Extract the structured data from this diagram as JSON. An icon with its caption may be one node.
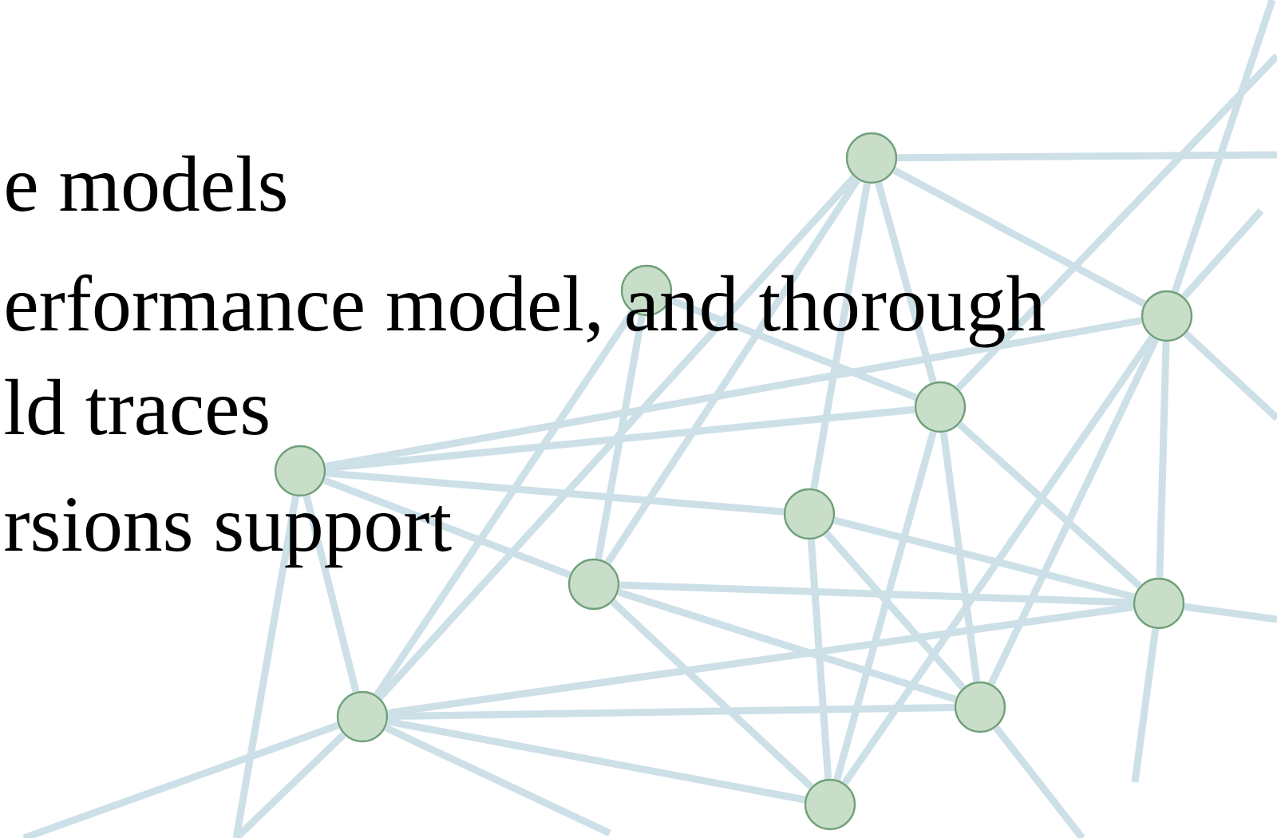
{
  "diagram": {
    "nodes": [
      {
        "text": [],
        "shape": "circle"
      },
      {
        "text": [],
        "shape": "circle"
      },
      {
        "text": [],
        "shape": "circle"
      },
      {
        "text": [],
        "shape": "circle"
      },
      {
        "text": [],
        "shape": "circle"
      },
      {
        "text": [],
        "shape": "circle"
      },
      {
        "text": [],
        "shape": "circle"
      },
      {
        "text": [],
        "shape": "circle"
      },
      {
        "text": [],
        "shape": "circle"
      },
      {
        "text": [],
        "shape": "circle"
      },
      {
        "text": [],
        "shape": "circle"
      }
    ],
    "edges": [
      {
        "from": 0,
        "to": null,
        "arrow": "none"
      },
      {
        "from": 0,
        "to": 3,
        "arrow": "none"
      },
      {
        "from": 0,
        "to": 2,
        "arrow": "none"
      },
      {
        "from": 0,
        "to": 5,
        "arrow": "none"
      },
      {
        "from": 0,
        "to": 9,
        "arrow": "none"
      },
      {
        "from": 0,
        "to": 6,
        "arrow": "none"
      },
      {
        "from": 1,
        "to": 9,
        "arrow": "none"
      },
      {
        "from": 1,
        "to": 6,
        "arrow": "none"
      },
      {
        "from": 1,
        "to": 3,
        "arrow": "none"
      },
      {
        "from": 4,
        "to": 3,
        "arrow": "none"
      },
      {
        "from": 4,
        "to": 2,
        "arrow": "none"
      },
      {
        "from": 4,
        "to": 5,
        "arrow": "none"
      },
      {
        "from": 4,
        "to": 6,
        "arrow": "none"
      },
      {
        "from": 4,
        "to": 9,
        "arrow": "none"
      },
      {
        "from": 4,
        "to": null,
        "arrow": "none"
      },
      {
        "from": 9,
        "to": null,
        "arrow": "none"
      },
      {
        "from": 9,
        "to": null,
        "arrow": "none"
      },
      {
        "from": 9,
        "to": null,
        "arrow": "none"
      },
      {
        "from": 9,
        "to": 7,
        "arrow": "none"
      },
      {
        "from": 9,
        "to": 8,
        "arrow": "none"
      },
      {
        "from": 9,
        "to": 10,
        "arrow": "none"
      },
      {
        "from": 6,
        "to": 7,
        "arrow": "none"
      },
      {
        "from": 6,
        "to": 8,
        "arrow": "none"
      },
      {
        "from": 6,
        "to": 10,
        "arrow": "none"
      },
      {
        "from": 5,
        "to": 7,
        "arrow": "none"
      },
      {
        "from": 5,
        "to": 8,
        "arrow": "none"
      },
      {
        "from": 5,
        "to": 10,
        "arrow": "none"
      },
      {
        "from": 3,
        "to": 10,
        "arrow": "none"
      },
      {
        "from": 3,
        "to": 8,
        "arrow": "none"
      },
      {
        "from": 3,
        "to": 7,
        "arrow": "none"
      },
      {
        "from": 3,
        "to": null,
        "arrow": "none"
      },
      {
        "from": 2,
        "to": null,
        "arrow": "none"
      },
      {
        "from": 2,
        "to": null,
        "arrow": "none"
      },
      {
        "from": 2,
        "to": null,
        "arrow": "none"
      },
      {
        "from": 2,
        "to": 8,
        "arrow": "none"
      },
      {
        "from": 2,
        "to": 10,
        "arrow": "none"
      },
      {
        "from": 2,
        "to": 7,
        "arrow": "none"
      },
      {
        "from": 7,
        "to": null,
        "arrow": "none"
      },
      {
        "from": 7,
        "to": null,
        "arrow": "none"
      },
      {
        "from": 8,
        "to": null,
        "arrow": "none"
      }
    ],
    "labels": [
      "e models",
      "erformance model, and thorough",
      "ld traces",
      "rsions support"
    ]
  }
}
